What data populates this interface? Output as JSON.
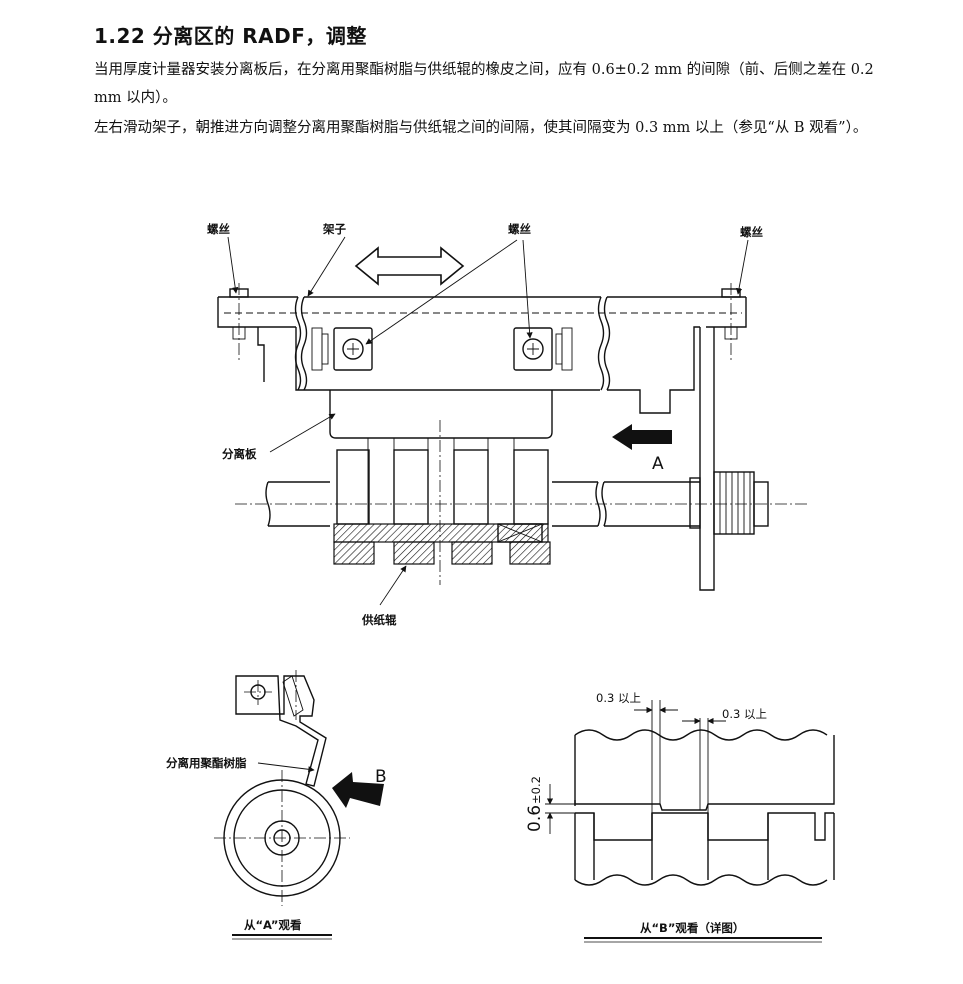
{
  "section": {
    "title": "1.22 分离区的 RADF，调整",
    "para1": "当用厚度计量器安装分离板后，在分离用聚酯树脂与供纸辊的橡皮之间，应有 0.6±0.2 mm 的间隙（前、后侧之差在 0.2 mm 以内）。",
    "para2": "左右滑动架子，朝推进方向调整分离用聚酯树脂与供纸辊之间的间隔，使其间隔变为 0.3 mm 以上（参见“从 B 观看”）。"
  },
  "diagram_main": {
    "screw_left": "螺丝",
    "bracket": "架子",
    "screw_middle": "螺丝",
    "screw_right": "螺丝",
    "separation_plate": "分离板",
    "arrow_a": "A",
    "feed_roller": "供纸辊"
  },
  "view_a": {
    "separation_polyester": "分离用聚酯树脂",
    "arrow_b": "B",
    "caption": "从“A”观看"
  },
  "view_b": {
    "gap_left": "0.3 以上",
    "gap_right": "0.3 以上",
    "clearance_value": "0.6",
    "clearance_tol": "±0.2",
    "caption": "从“B”观看（详图）"
  }
}
